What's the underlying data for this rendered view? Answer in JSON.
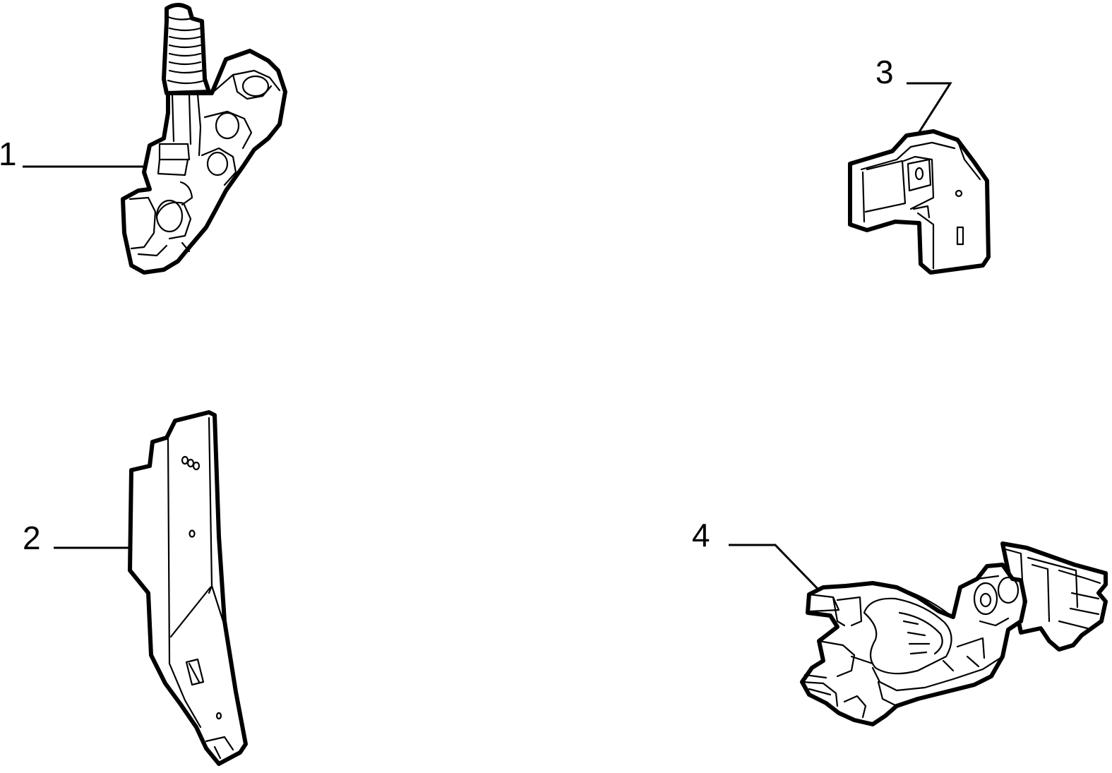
{
  "callouts": [
    {
      "id": "1",
      "label": "1"
    },
    {
      "id": "2",
      "label": "2"
    },
    {
      "id": "3",
      "label": "3"
    },
    {
      "id": "4",
      "label": "4"
    }
  ],
  "parts": [
    {
      "callout": "1",
      "icon": "hinge-bracket-with-threaded-stud-icon"
    },
    {
      "callout": "2",
      "icon": "curved-flat-plate-icon"
    },
    {
      "callout": "3",
      "icon": "stepped-plate-bracket-icon"
    },
    {
      "callout": "4",
      "icon": "clip-bracket-assembly-icon"
    }
  ],
  "colors": {
    "line": "#000000",
    "background": "#ffffff"
  }
}
